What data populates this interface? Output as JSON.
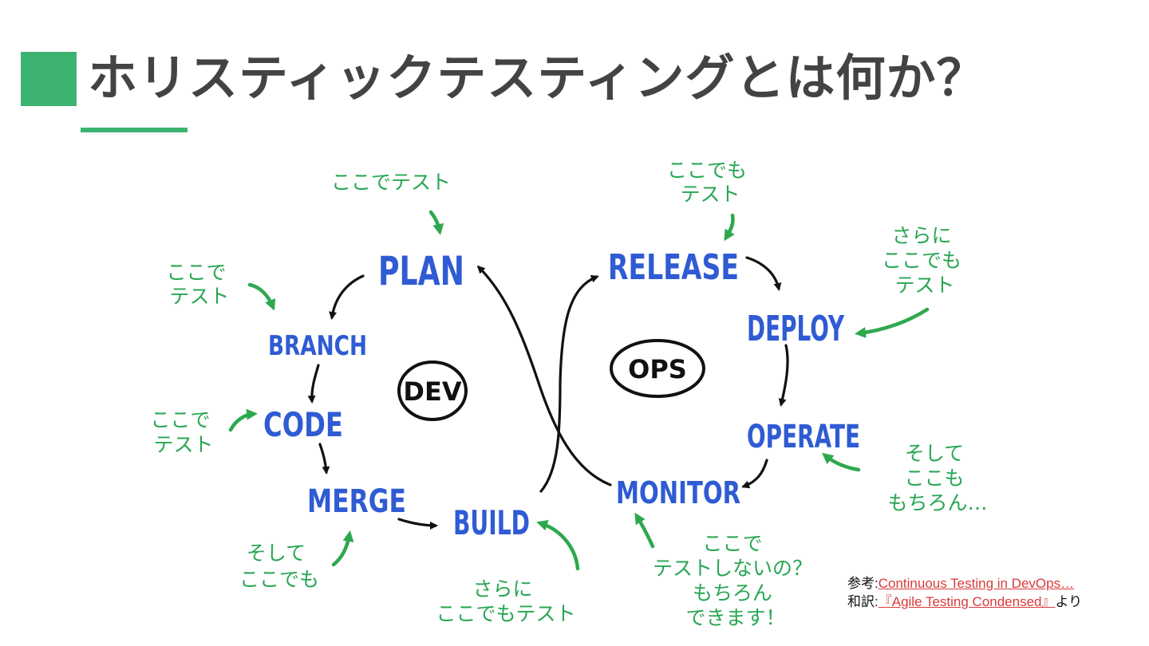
{
  "header": {
    "title": "ホリスティックテスティングとは何か？"
  },
  "diagram": {
    "dev_label": "DEV",
    "ops_label": "OPS",
    "stages": {
      "plan": "PLAN",
      "branch": "BRANCH",
      "code": "CODE",
      "merge": "MERGE",
      "build": "BUILD",
      "release": "RELEASE",
      "deploy": "DEPLOY",
      "operate": "OPERATE",
      "monitor": "MONITOR"
    },
    "notes": {
      "plan": [
        "ここでテスト"
      ],
      "branch": [
        "ここで",
        "テスト"
      ],
      "code": [
        "ここで",
        "テスト"
      ],
      "merge": [
        "そして",
        "ここでも"
      ],
      "build": [
        "さらに",
        "ここでもテスト"
      ],
      "release": [
        "ここでも",
        "テスト"
      ],
      "deploy": [
        "さらに",
        "ここでも",
        "テスト"
      ],
      "operate": [
        "そして",
        "ここも",
        "もちろん…"
      ],
      "monitor": [
        "ここで",
        "テストしないの？",
        "もちろん",
        "できます！"
      ]
    },
    "colors": {
      "stage_text": "#2f5bd3",
      "note_text": "#28a653",
      "arrow_black": "#111111",
      "arrow_green": "#2ea84f",
      "accent": "#3cb371"
    }
  },
  "credits": {
    "ref_prefix": "参考:",
    "ref_link": "Continuous Testing in DevOps…",
    "trans_prefix": "和訳:",
    "trans_link": "『Agile Testing Condensed』",
    "trans_suffix": "より"
  }
}
